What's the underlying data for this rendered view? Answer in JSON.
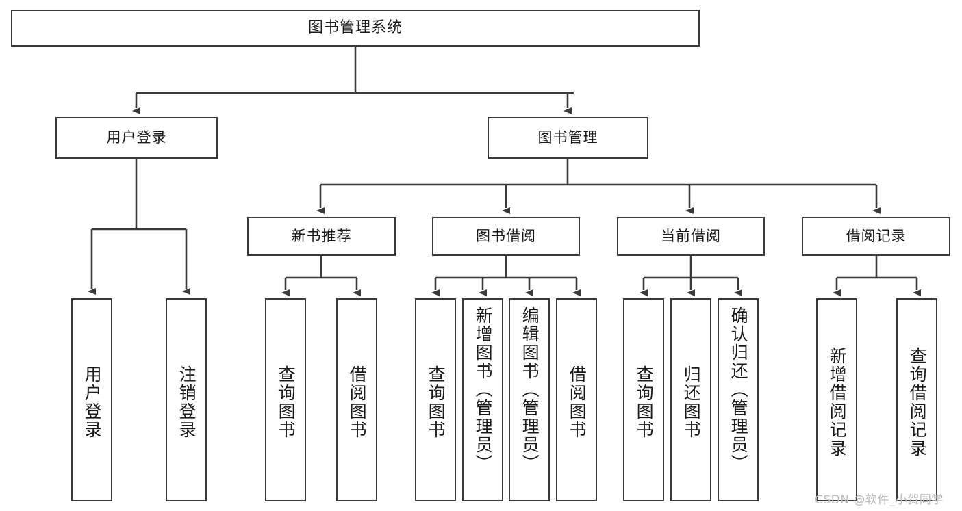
{
  "diagram": {
    "title": "图书管理系统",
    "type": "hierarchy-tree",
    "root": {
      "label": "图书管理系统"
    },
    "level2": [
      {
        "label": "用户登录"
      },
      {
        "label": "图书管理"
      }
    ],
    "level3": [
      {
        "label": "新书推荐"
      },
      {
        "label": "图书借阅"
      },
      {
        "label": "当前借阅"
      },
      {
        "label": "借阅记录"
      }
    ],
    "leaves": {
      "user_login": [
        {
          "label": "用户登录"
        },
        {
          "label": "注销登录"
        }
      ],
      "new_book_recommend": [
        {
          "label": "查询图书"
        },
        {
          "label": "借阅图书"
        }
      ],
      "book_borrow": [
        {
          "label": "查询图书"
        },
        {
          "label": "新增图书（管理员）"
        },
        {
          "label": "编辑图书（管理员）"
        },
        {
          "label": "借阅图书"
        }
      ],
      "current_borrow": [
        {
          "label": "查询图书"
        },
        {
          "label": "归还图书"
        },
        {
          "label": "确认归还（管理员）"
        }
      ],
      "borrow_record": [
        {
          "label": "新增借阅记录"
        },
        {
          "label": "查询借阅记录"
        }
      ]
    }
  },
  "watermark": {
    "text": "CSDN @软件_小贺同学"
  },
  "colors": {
    "stroke": "#3a3a3a",
    "text": "#1a1a1a",
    "background": "#ffffff",
    "watermark": "#b9b9b9"
  }
}
